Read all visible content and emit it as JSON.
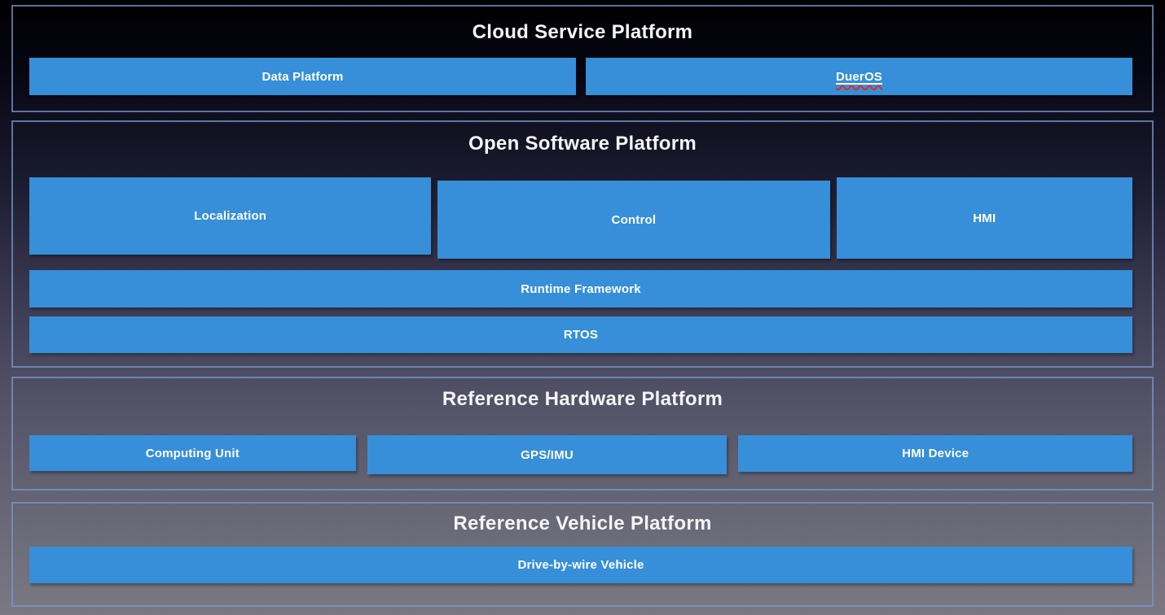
{
  "colors": {
    "accent_blue": "#368fd8",
    "panel_border": "#7896cd",
    "box_label_text": "#ffffff",
    "title_text": "#f5f5f7",
    "spellcheck_red": "#e02b20",
    "background_top": "#000002",
    "background_bottom": "#7a7983"
  },
  "sections": [
    {
      "title": "Cloud Service Platform",
      "rows": [
        {
          "boxes": [
            {
              "label": "Data Platform"
            },
            {
              "label": "DuerOS",
              "spellcheck_underline": true
            }
          ]
        }
      ]
    },
    {
      "title": "Open Software Platform",
      "rows": [
        {
          "boxes": [
            {
              "label": "Localization"
            },
            {
              "label": "Control"
            },
            {
              "label": "HMI"
            }
          ]
        },
        {
          "boxes": [
            {
              "label": "Runtime Framework"
            }
          ]
        },
        {
          "boxes": [
            {
              "label": "RTOS"
            }
          ]
        }
      ]
    },
    {
      "title": "Reference Hardware Platform",
      "rows": [
        {
          "boxes": [
            {
              "label": "Computing Unit"
            },
            {
              "label": "GPS/IMU"
            },
            {
              "label": "HMI Device"
            }
          ]
        }
      ]
    },
    {
      "title": "Reference Vehicle Platform",
      "rows": [
        {
          "boxes": [
            {
              "label": "Drive-by-wire Vehicle"
            }
          ]
        }
      ]
    }
  ]
}
